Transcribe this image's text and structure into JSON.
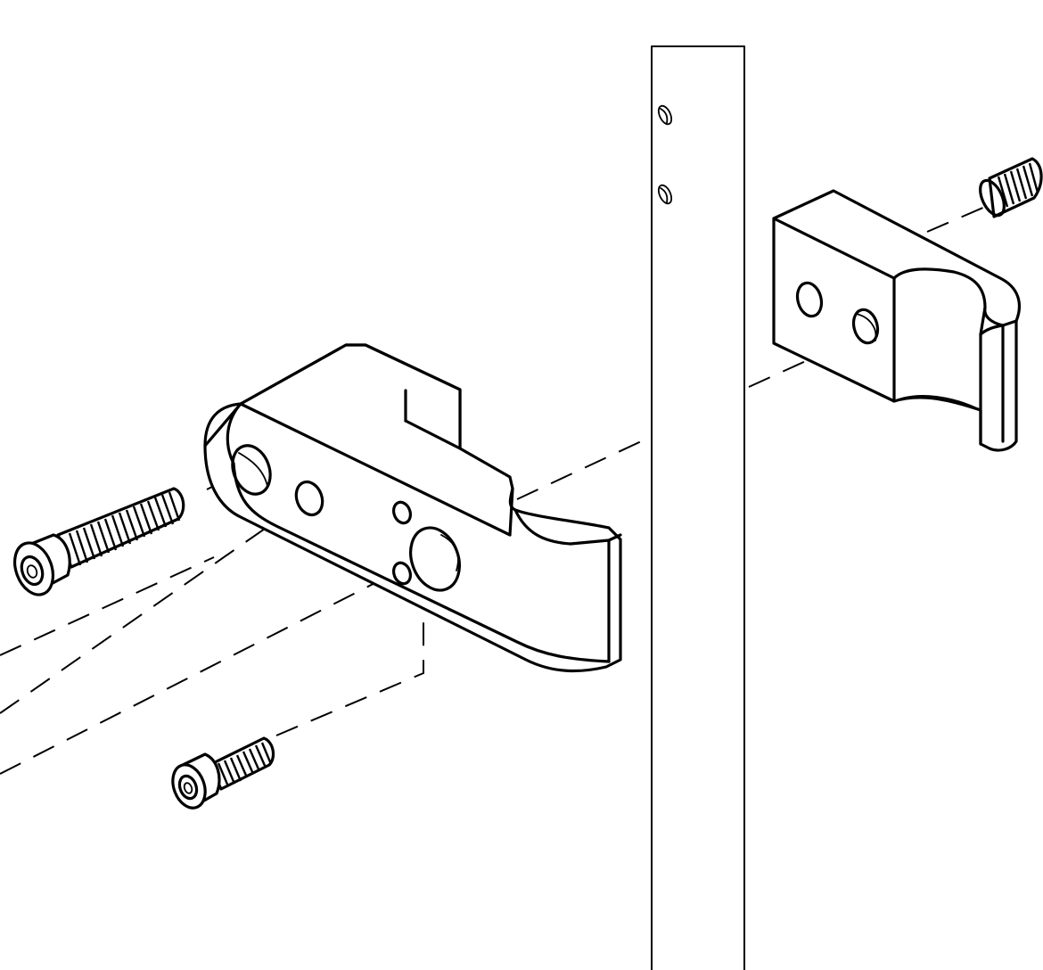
{
  "diagram": {
    "kind": "exploded-assembly",
    "components": [
      {
        "id": "vertical-rail",
        "icon": "rail"
      },
      {
        "id": "mounting-bracket",
        "icon": "bracket"
      },
      {
        "id": "clamp-block",
        "icon": "clamp"
      },
      {
        "id": "long-socket-cap-screw",
        "icon": "socket-cap-screw"
      },
      {
        "id": "short-socket-cap-screw",
        "icon": "socket-cap-screw"
      },
      {
        "id": "set-screw",
        "icon": "set-screw"
      }
    ],
    "colors": {
      "line": "#000000",
      "background": "#ffffff"
    }
  }
}
